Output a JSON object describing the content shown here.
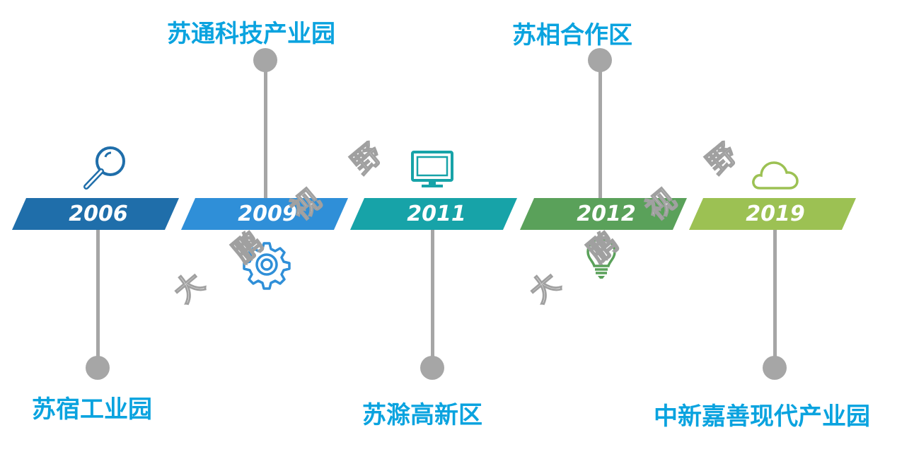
{
  "timeline": [
    {
      "year": "2006",
      "label": "苏宿工业园",
      "color": "#1f6eaa",
      "icon": "magnifier-icon"
    },
    {
      "year": "2009",
      "label": "苏通科技产业园",
      "color": "#2f8fd8",
      "icon": "gear-icon"
    },
    {
      "year": "2011",
      "label": "苏滁高新区",
      "color": "#17a3a8",
      "icon": "monitor-icon"
    },
    {
      "year": "2012",
      "label": "苏相合作区",
      "color": "#5aa15a",
      "icon": "lightbulb-icon"
    },
    {
      "year": "2019",
      "label": "中新嘉善现代产业园",
      "color": "#9cc153",
      "icon": "cloud-icon"
    }
  ],
  "watermark": {
    "chars": [
      "大",
      "鹏",
      "视",
      "野"
    ]
  }
}
